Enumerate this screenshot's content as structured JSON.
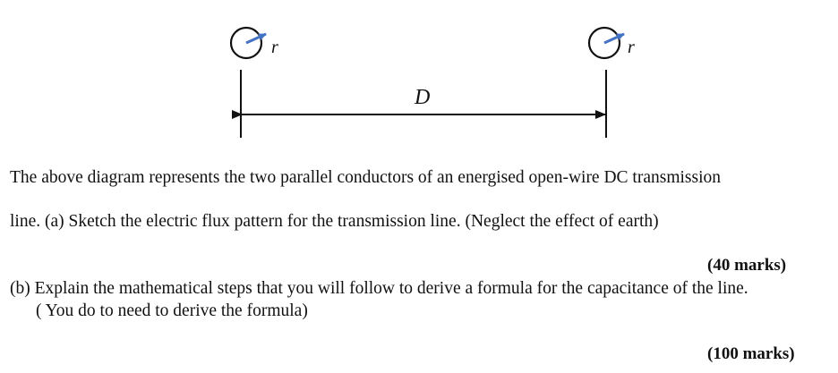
{
  "diagram": {
    "radius_label": "r",
    "distance_label": "D",
    "colors": {
      "conductor_outline": "#111111",
      "radius_arrow": "#4472C4",
      "dimension_line": "#111111"
    }
  },
  "question": {
    "intro_line1": "The above diagram represents the two parallel conductors of an energised open-wire DC transmission",
    "intro_line2": "line.  (a) Sketch the electric flux pattern for the transmission line. (Neglect the effect of earth)",
    "part_a_marks": "(40 marks)",
    "part_b_line1": "(b) Explain the mathematical steps that you will follow to derive a formula for the capacitance of the line.",
    "part_b_line2": "( You do to need to derive the formula)",
    "part_b_marks": "(100 marks)"
  }
}
